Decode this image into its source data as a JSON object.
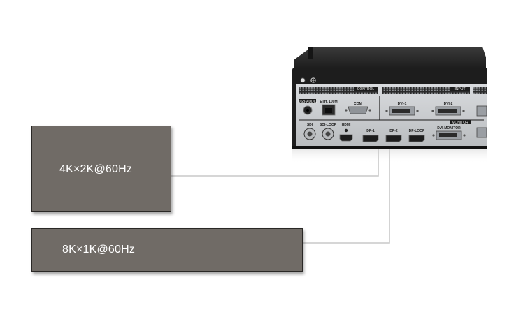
{
  "outputs": [
    {
      "id": "screen-a",
      "resolution": "4K×2K@60Hz",
      "source_port": "DP-1"
    },
    {
      "id": "screen-b",
      "resolution": "8K×1K@60Hz",
      "source_port": "DP-2"
    }
  ],
  "device": {
    "sections": {
      "control": "CONTROL",
      "input": "INPUT",
      "monitor": "MONITOR"
    },
    "ports": {
      "usb_audio": "USB-AUDIO",
      "ethernet": "ETH. 100M",
      "com": "COM",
      "dvi1": "DVI-1",
      "dvi2": "DVI-2",
      "sdi": "SDI",
      "sdi_loop": "SDI-LOOP",
      "hdmi": "HDMI",
      "dp1": "DP-1",
      "dp2": "DP-2",
      "dp_loop": "DP-LOOP",
      "dvi_monitor": "DVI-MONITOR"
    }
  },
  "colors": {
    "screen_fill": "#706b66",
    "chassis": "#2b2b2b",
    "panel": "#cfd2d5",
    "cable": "#c8c8c8"
  }
}
